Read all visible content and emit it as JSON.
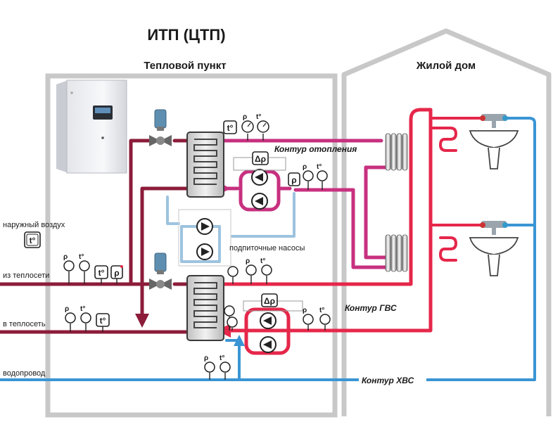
{
  "title": "ИТП (ЦТП)",
  "buildings": {
    "heat_point": "Тепловой пункт",
    "residential": "Жилой дом"
  },
  "labels": {
    "outdoor_air": "наружный воздух",
    "from_heat_network": "из теплосети",
    "to_heat_network": "в теплосеть",
    "water_supply": "водопровод",
    "makeup_pumps": "подпиточные насосы"
  },
  "circuits": {
    "heating": "Контур отопления",
    "hot_water": "Контур ГВС",
    "cold_water": "Контур ХВС"
  },
  "instrument_symbols": {
    "pressure": "ρ",
    "temperature": "t°",
    "delta_pressure": "Δρ"
  },
  "colors": {
    "supply_dark": "#8c1c3a",
    "heating_loop": "#c7307f",
    "hot_water": "#e5274a",
    "cold_water": "#3a95d4",
    "makeup": "#9dc3df",
    "building_outline": "#c8c8c8"
  }
}
